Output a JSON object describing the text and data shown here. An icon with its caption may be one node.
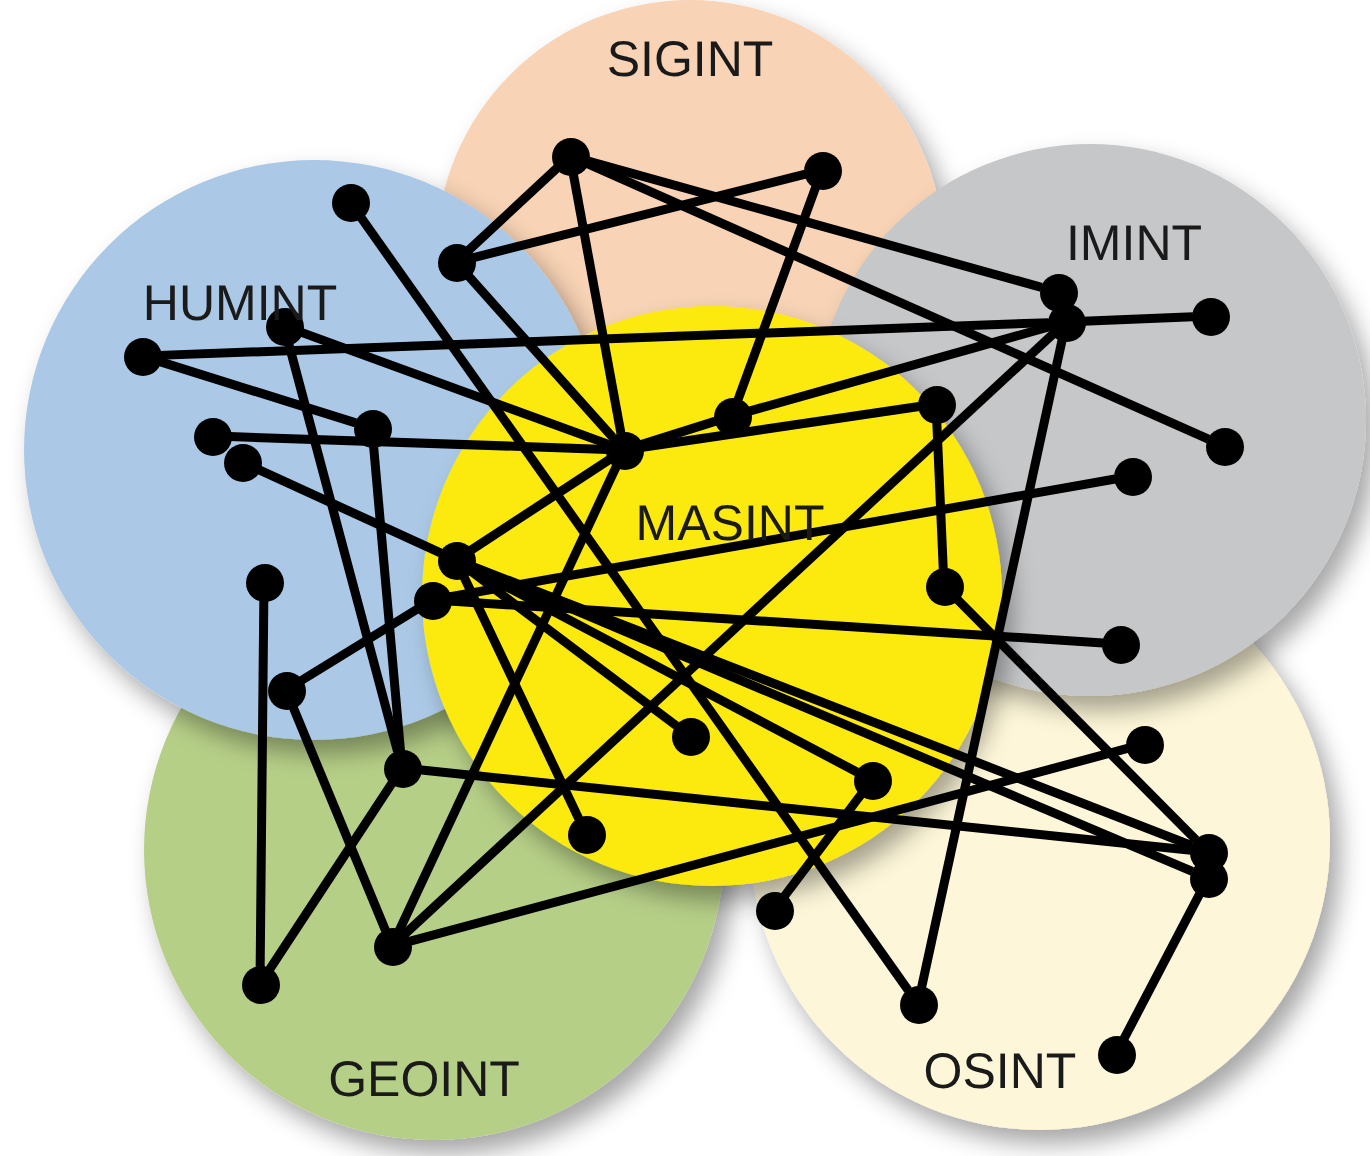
{
  "diagram": {
    "nodes": [
      {
        "text": [],
        "shape": "circle"
      },
      {
        "text": [],
        "shape": "circle"
      },
      {
        "text": [],
        "shape": "circle"
      },
      {
        "text": [],
        "shape": "circle"
      },
      {
        "text": [],
        "shape": "circle"
      },
      {
        "text": [],
        "shape": "circle"
      },
      {
        "text": [],
        "shape": "circle"
      },
      {
        "text": [],
        "shape": "circle"
      },
      {
        "text": [],
        "shape": "circle"
      },
      {
        "text": [],
        "shape": "circle"
      },
      {
        "text": [],
        "shape": "circle"
      },
      {
        "text": [],
        "shape": "circle"
      },
      {
        "text": [],
        "shape": "circle"
      },
      {
        "text": [],
        "shape": "circle"
      },
      {
        "text": [],
        "shape": "circle"
      },
      {
        "text": [],
        "shape": "circle"
      },
      {
        "text": [],
        "shape": "circle"
      },
      {
        "text": [],
        "shape": "circle"
      },
      {
        "text": [],
        "shape": "circle"
      },
      {
        "text": [],
        "shape": "circle"
      },
      {
        "text": [],
        "shape": "circle"
      },
      {
        "text": [],
        "shape": "circle"
      },
      {
        "text": [],
        "shape": "circle"
      },
      {
        "text": [],
        "shape": "circle"
      },
      {
        "text": [],
        "shape": "circle"
      },
      {
        "text": [],
        "shape": "circle"
      },
      {
        "text": [],
        "shape": "circle"
      },
      {
        "text": [],
        "shape": "circle"
      },
      {
        "text": [],
        "shape": "circle"
      },
      {
        "text": [],
        "shape": "circle"
      },
      {
        "text": [],
        "shape": "circle"
      },
      {
        "text": [],
        "shape": "circle"
      },
      {
        "text": [],
        "shape": "circle"
      },
      {
        "text": [],
        "shape": "circle"
      },
      {
        "text": [],
        "shape": "circle"
      }
    ],
    "edges": [
      {
        "from": 0,
        "to": 3,
        "arrow": "none"
      },
      {
        "from": 0,
        "to": 15,
        "arrow": "none"
      },
      {
        "from": 0,
        "to": 4,
        "arrow": "none"
      },
      {
        "from": 0,
        "to": 13,
        "arrow": "none"
      },
      {
        "from": 3,
        "to": 1,
        "arrow": "none"
      },
      {
        "from": 3,
        "to": 15,
        "arrow": "none"
      },
      {
        "from": 1,
        "to": 10,
        "arrow": "none"
      },
      {
        "from": 2,
        "to": 33,
        "arrow": "none"
      },
      {
        "from": 8,
        "to": 6,
        "arrow": "none"
      },
      {
        "from": 8,
        "to": 11,
        "arrow": "none"
      },
      {
        "from": 7,
        "to": 15,
        "arrow": "none"
      },
      {
        "from": 7,
        "to": 25,
        "arrow": "none"
      },
      {
        "from": 11,
        "to": 25,
        "arrow": "none"
      },
      {
        "from": 12,
        "to": 15,
        "arrow": "none"
      },
      {
        "from": 14,
        "to": 17,
        "arrow": "none"
      },
      {
        "from": 17,
        "to": 29,
        "arrow": "none"
      },
      {
        "from": 15,
        "to": 10,
        "arrow": "none"
      },
      {
        "from": 10,
        "to": 6,
        "arrow": "none"
      },
      {
        "from": 15,
        "to": 9,
        "arrow": "none"
      },
      {
        "from": 9,
        "to": 19,
        "arrow": "none"
      },
      {
        "from": 15,
        "to": 17,
        "arrow": "none"
      },
      {
        "from": 15,
        "to": 31,
        "arrow": "none"
      },
      {
        "from": 6,
        "to": 5,
        "arrow": "none"
      },
      {
        "from": 6,
        "to": 33,
        "arrow": "none"
      },
      {
        "from": 31,
        "to": 6,
        "arrow": "none"
      },
      {
        "from": 20,
        "to": 16,
        "arrow": "none"
      },
      {
        "from": 20,
        "to": 21,
        "arrow": "none"
      },
      {
        "from": 17,
        "to": 27,
        "arrow": "none"
      },
      {
        "from": 17,
        "to": 23,
        "arrow": "none"
      },
      {
        "from": 17,
        "to": 28,
        "arrow": "none"
      },
      {
        "from": 17,
        "to": 26,
        "arrow": "none"
      },
      {
        "from": 22,
        "to": 20,
        "arrow": "none"
      },
      {
        "from": 22,
        "to": 31,
        "arrow": "none"
      },
      {
        "from": 18,
        "to": 32,
        "arrow": "none"
      },
      {
        "from": 25,
        "to": 32,
        "arrow": "none"
      },
      {
        "from": 25,
        "to": 28,
        "arrow": "none"
      },
      {
        "from": 31,
        "to": 24,
        "arrow": "none"
      },
      {
        "from": 19,
        "to": 28,
        "arrow": "none"
      },
      {
        "from": 34,
        "to": 29,
        "arrow": "none"
      },
      {
        "from": 26,
        "to": 30,
        "arrow": "none"
      }
    ],
    "labels": [
      "SIGINT",
      "HUMINT",
      "IMINT",
      "MASINT",
      "GEOINT",
      "OSINT"
    ]
  }
}
